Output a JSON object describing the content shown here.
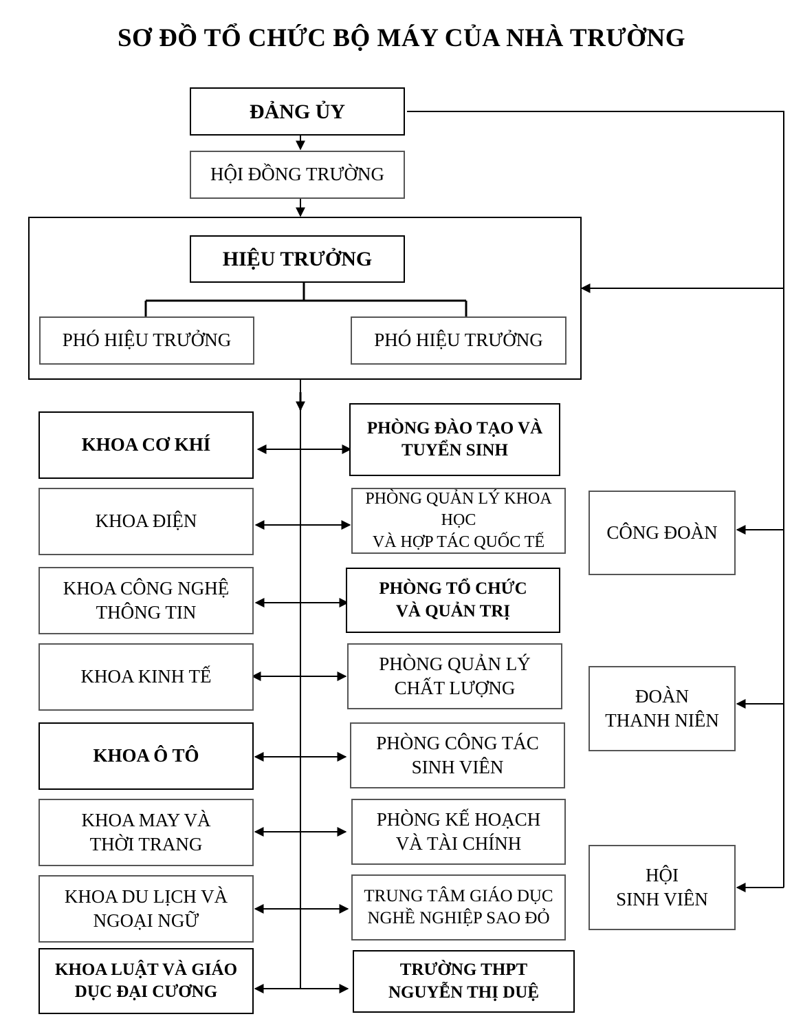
{
  "title": "SƠ ĐỒ TỔ CHỨC BỘ MÁY CỦA NHÀ TRƯỜNG",
  "top": {
    "party_committee": "ĐẢNG ỦY",
    "school_council": "HỘI ĐỒNG TRƯỜNG"
  },
  "board": {
    "principal": "HIỆU TRƯỞNG",
    "vice_principal_1": "PHÓ HIỆU TRƯỞNG",
    "vice_principal_2": "PHÓ HIỆU TRƯỞNG"
  },
  "faculties": [
    "KHOA CƠ KHÍ",
    "KHOA ĐIỆN",
    "KHOA CÔNG NGHỆ\nTHÔNG TIN",
    "KHOA KINH TẾ",
    "KHOA Ô TÔ",
    "KHOA MAY VÀ\nTHỜI TRANG",
    "KHOA DU LỊCH VÀ\nNGOẠI NGỮ",
    "KHOA LUẬT VÀ GIÁO\nDỤC ĐẠI CƯƠNG"
  ],
  "departments": [
    "PHÒNG ĐÀO TẠO VÀ\nTUYỂN SINH",
    "PHÒNG QUẢN LÝ KHOA HỌC\nVÀ HỢP TÁC QUỐC TẾ",
    "PHÒNG TỔ CHỨC\nVÀ QUẢN TRỊ",
    "PHÒNG QUẢN LÝ\nCHẤT LƯỢNG",
    "PHÒNG CÔNG TÁC\nSINH VIÊN",
    "PHÒNG KẾ HOẠCH\nVÀ TÀI CHÍNH",
    "TRUNG TÂM GIÁO DỤC\nNGHỀ NGHIỆP SAO ĐỎ",
    "TRƯỜNG THPT\nNGUYỄN THỊ DUỆ"
  ],
  "organizations": [
    "CÔNG ĐOÀN",
    "ĐOÀN\nTHANH NIÊN",
    "HỘI\nSINH VIÊN"
  ]
}
